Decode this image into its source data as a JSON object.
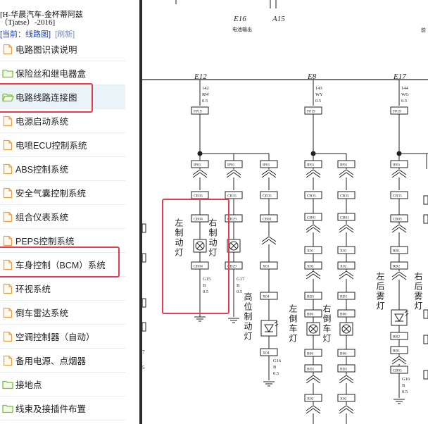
{
  "sidebar": {
    "title": "[H-华晨汽车-金杯蒂阿兹",
    "subtitle": "（Tjatse）-2016]",
    "breadcrumb_current": "[当前：线路图]",
    "breadcrumb_refresh": "[刷新]",
    "items": [
      {
        "label": "电路图识读说明",
        "icon": "document-icon"
      },
      {
        "label": "保险丝和继电器盒",
        "icon": "folder-icon"
      },
      {
        "label": "电路线路连接图",
        "icon": "folder-open-icon"
      },
      {
        "label": "电源启动系统",
        "icon": "document-icon"
      },
      {
        "label": "电喷ECU控制系统",
        "icon": "document-icon"
      },
      {
        "label": "ABS控制系统",
        "icon": "document-icon"
      },
      {
        "label": "安全气囊控制系统",
        "icon": "document-icon"
      },
      {
        "label": "组合仪表系统",
        "icon": "document-icon"
      },
      {
        "label": "PEPS控制系统",
        "icon": "document-icon"
      },
      {
        "label": "车身控制（BCM）系统",
        "icon": "document-icon"
      },
      {
        "label": "环视系统",
        "icon": "document-icon"
      },
      {
        "label": "倒车雷达系统",
        "icon": "document-icon"
      },
      {
        "label": "空调控制器（自动）",
        "icon": "document-icon"
      },
      {
        "label": "备用电源、点烟器",
        "icon": "document-icon"
      },
      {
        "label": "接地点",
        "icon": "folder-icon"
      },
      {
        "label": "线束及接插件布置",
        "icon": "folder-icon"
      }
    ]
  },
  "diagram": {
    "top_labels": [
      "E16",
      "电池输出",
      "A15"
    ],
    "top_right_fragment": "前",
    "columns": [
      {
        "fuse": "E12",
        "wire_no": "142",
        "color": "RW",
        "size": "0.5",
        "connector": "FP19"
      },
      {
        "fuse": "E8",
        "wire_no": "143",
        "color": "WY",
        "size": "0.5",
        "connector": "FP19"
      },
      {
        "fuse": "E17",
        "wire_no": "144",
        "color": "WG",
        "size": "0.5",
        "connector": "FP19"
      }
    ],
    "connectors": [
      "IP01",
      "CB35",
      "CB04",
      "CB29",
      "CB61",
      "CB01",
      "CB05",
      "X01",
      "X02",
      "BD1",
      "B06",
      "B38",
      "RB1",
      "RB2",
      "X04"
    ],
    "lamp_labels": [
      "左制动灯",
      "右制动灯",
      "高位制动灯",
      "左倒车灯",
      "右倒车灯",
      "左后雾灯",
      "右后雾灯"
    ],
    "ground_labels": [
      {
        "wire": "G15",
        "color": "B",
        "size": "0.5"
      },
      {
        "wire": "G17",
        "color": "B",
        "size": "0.5"
      },
      {
        "wire": "G16",
        "color": "B",
        "size": "0.5"
      }
    ],
    "left_edge_marks": [
      "7",
      "5"
    ]
  },
  "colors": {
    "highlight": "#e83c4e",
    "link": "#1a3db0",
    "refresh": "#7a8fb8",
    "folder": "#7bbf3a",
    "document": "#e8a04a",
    "selected_bg": "#eaf3f8"
  }
}
